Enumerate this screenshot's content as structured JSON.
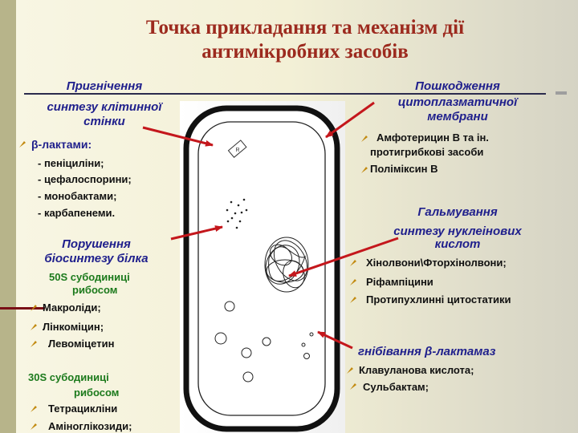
{
  "title": {
    "line1": "Точка  прикладання    та    механізм дії",
    "line2": "антимікробних    засобів"
  },
  "left": {
    "cell_wall": {
      "heading": [
        "Пригнічення",
        "синтезу клітинної",
        "стінки"
      ],
      "group": "β-лактами:",
      "items": [
        "-  пеніциліни;",
        "-  цефалоспорини;",
        "-  монобактами;",
        "-  карбапенеми."
      ]
    },
    "protein": {
      "heading": [
        "Порушення",
        "біосинтезу білка"
      ],
      "sub50": [
        "50S субодиниці",
        "рибосом"
      ],
      "items50": [
        "Макроліди;",
        "Лінкоміцин;",
        "Левоміцетин"
      ],
      "sub30": [
        "30S субодиниці",
        "рибосом"
      ],
      "items30": [
        "Тетрацикліни",
        "Аміноглікозиди;"
      ]
    }
  },
  "right": {
    "membrane": {
      "heading": [
        "Пошкодження",
        "цитоплазматичної",
        "мембрани"
      ],
      "items": [
        "Амфотерицин В  та ін.",
        "протигрибкові засоби",
        "Поліміксин В"
      ]
    },
    "nucleic": {
      "heading": [
        "Гальмування",
        "синтезу   нуклеінових",
        "кислот"
      ],
      "items": [
        "Хінолвони\\Фторхінолвони;",
        "Ріфампіцини",
        "Протипухлинні цитостатики"
      ]
    },
    "betalactamase": {
      "heading": "гнібівання β-лактамаз",
      "items": [
        "Клавуланова кислота;",
        "Сульбактам;"
      ]
    }
  },
  "cell": {
    "plasmid_label": "R"
  }
}
